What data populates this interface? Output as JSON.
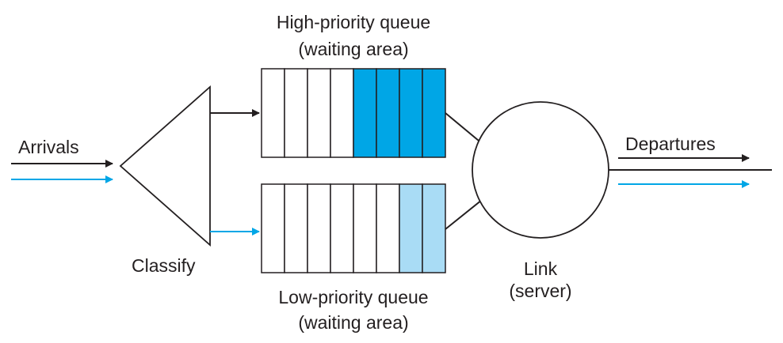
{
  "labels": {
    "arrivals": "Arrivals",
    "classify": "Classify",
    "high_queue_line1": "High-priority queue",
    "high_queue_line2": "(waiting area)",
    "low_queue_line1": "Low-priority queue",
    "low_queue_line2": "(waiting area)",
    "link_line1": "Link",
    "link_line2": "(server)",
    "departures": "Departures"
  },
  "colors": {
    "ink": "#231f20",
    "high_priority": "#00a6e6",
    "low_priority": "#a9dcf5",
    "empty_slot": "#ffffff"
  },
  "queues": {
    "high_priority": {
      "slots": 8,
      "filled": 4
    },
    "low_priority": {
      "slots": 8,
      "filled": 2
    }
  }
}
